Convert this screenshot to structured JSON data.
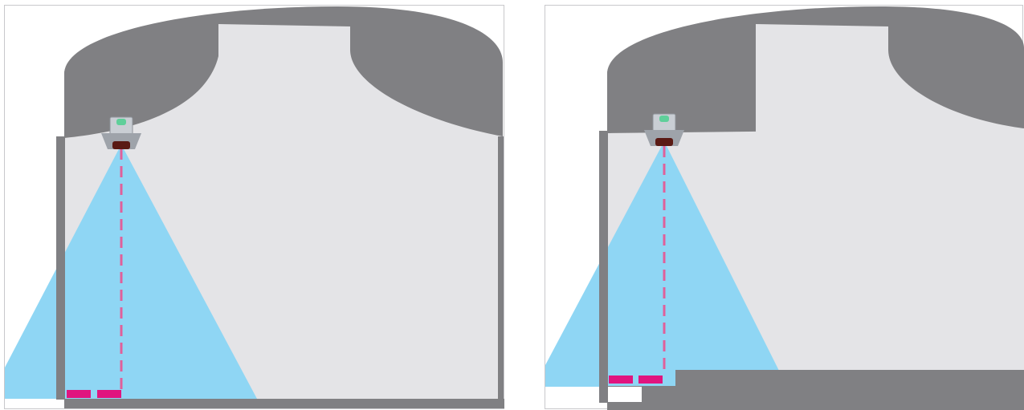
{
  "figure": {
    "panels": [
      {
        "id": "left",
        "variant": "floor-level-targets"
      },
      {
        "id": "right",
        "variant": "raised-step-targets"
      }
    ],
    "colors": {
      "frame": "#8a8a8c",
      "wall": "#808083",
      "interior": "#e4e4e7",
      "beam": "#8fd6f4",
      "axis": "#e0609a",
      "target": "#e0157f",
      "sensor_body": "#9ea3aa",
      "sensor_lens": "#5a1a14",
      "sensor_led": "#5fcf9a"
    }
  }
}
